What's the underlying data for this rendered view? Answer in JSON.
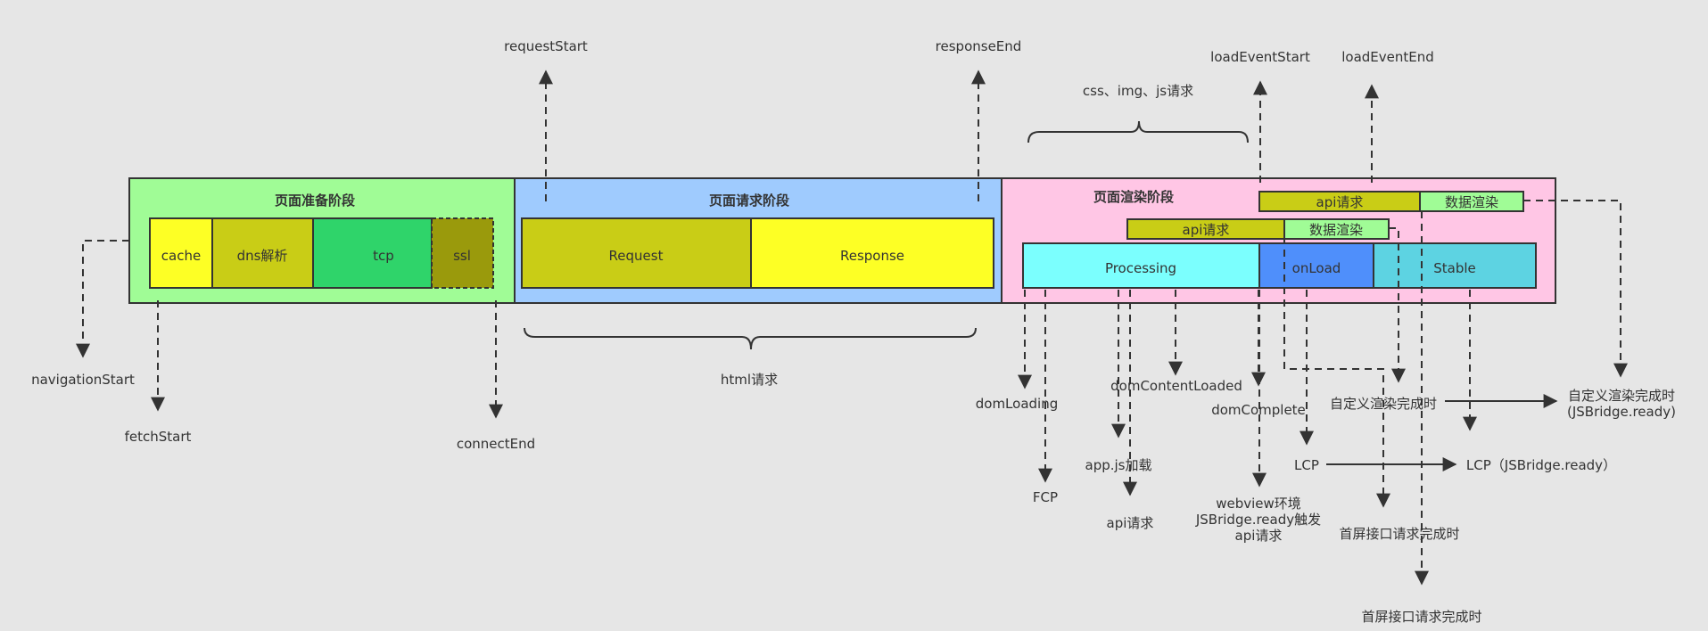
{
  "colors": {
    "background": "#e6e6e6",
    "prep": "#a0fc96",
    "request": "#9fcbfe",
    "render": "#ffc6e5",
    "olive": "#c9cd16",
    "yellow": "#fdff25",
    "green": "#2fd46a",
    "darkOlive": "#9a9a0c",
    "cyan": "#7bfffe",
    "blue": "#4f8ffb",
    "teal": "#5dd3e2",
    "lightGreen": "#a0fc96",
    "line": "#333333"
  },
  "phases": {
    "prep": "页面准备阶段",
    "request": "页面请求阶段",
    "render": "页面渲染阶段"
  },
  "boxes": {
    "cache": "cache",
    "dns": "dns解析",
    "tcp": "tcp",
    "ssl": "ssl",
    "request": "Request",
    "response": "Response",
    "processing": "Processing",
    "onload": "onLoad",
    "stable": "Stable",
    "api1": "api请求",
    "render1": "数据渲染",
    "api2": "api请求",
    "render2": "数据渲染"
  },
  "labels": {
    "requestStart": "requestStart",
    "responseEnd": "responseEnd",
    "loadEventStart": "loadEventStart",
    "loadEventEnd": "loadEventEnd",
    "cssImgJs": "css、img、js请求",
    "htmlRequest": "html请求",
    "navigationStart": "navigationStart",
    "fetchStart": "fetchStart",
    "connectEnd": "connectEnd",
    "domLoading": "domLoading",
    "domContentLoaded": "domContentLoaded",
    "domComplete": "domComplete",
    "fcp": "FCP",
    "appJs": "app.js加载",
    "apiRequest": "api请求",
    "webview1": "webview环境",
    "webview2": "JSBridge.ready触发",
    "webview3": "api请求",
    "customDone": "自定义渲染完成时",
    "customReady1": "自定义渲染完成时",
    "customReady2": "(JSBridge.ready)",
    "lcp": "LCP",
    "lcpReady": "LCP（JSBridge.ready）",
    "firstScreen1": "首屏接口请求完成时",
    "firstScreen2": "首屏接口请求完成时"
  }
}
